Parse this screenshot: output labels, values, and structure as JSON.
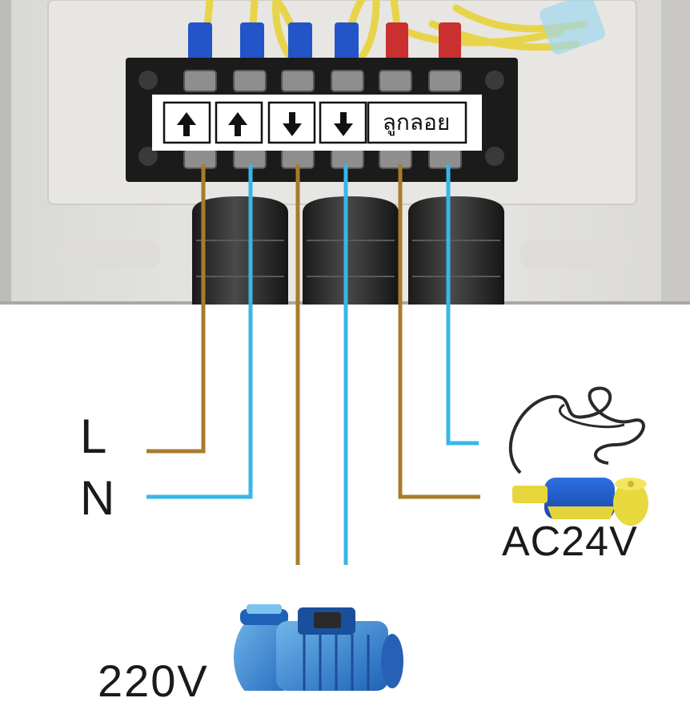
{
  "terminal_labels": {
    "arrows": [
      "up",
      "up",
      "down",
      "down"
    ],
    "float_switch_text": "ลูกลอย"
  },
  "wire_colors": {
    "brown": "#a87c2c",
    "blue": "#39b6e8"
  },
  "labels": {
    "live": "L",
    "neutral": "N",
    "float_voltage": "AC24V",
    "pump_voltage": "220V"
  },
  "icons": [
    "up-arrow-icon",
    "down-arrow-icon",
    "float-switch-icon",
    "water-pump-icon"
  ]
}
